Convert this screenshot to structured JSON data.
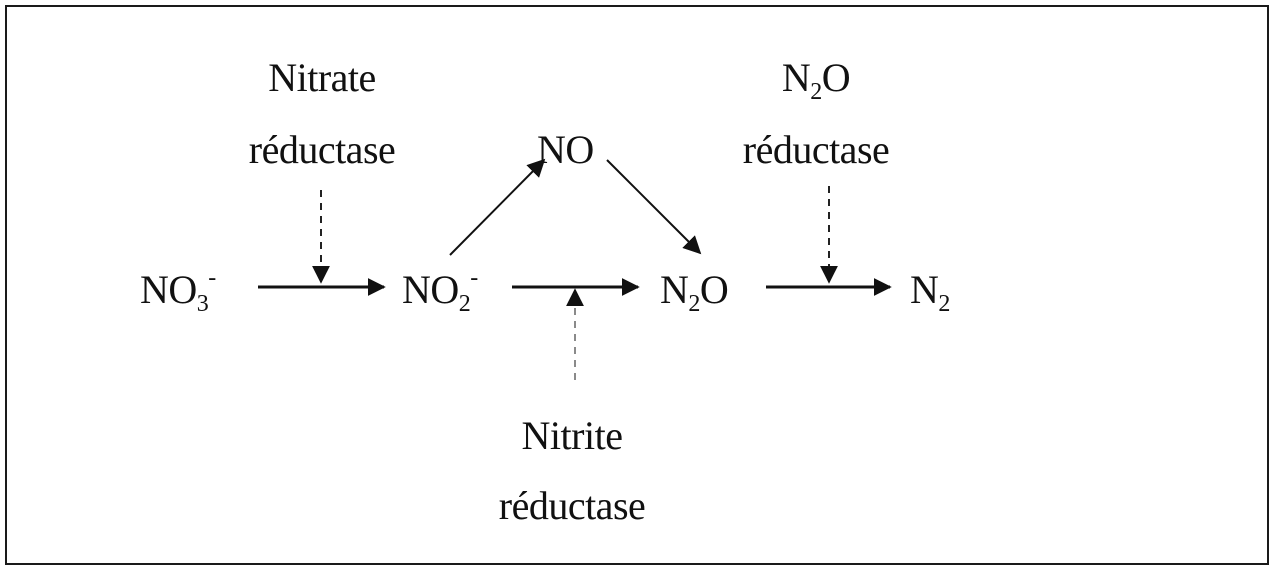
{
  "species": {
    "nitrate": {
      "base": "NO",
      "sub": "3",
      "sup": "-"
    },
    "nitrite": {
      "base": "NO",
      "sub": "2",
      "sup": "-"
    },
    "nitric_oxide": {
      "base": "NO"
    },
    "nitrous_oxide": {
      "pre": "N",
      "sub": "2",
      "post": "O"
    },
    "nitrogen": {
      "base": "N",
      "sub": "2"
    }
  },
  "enzymes": {
    "nitrate_reductase": {
      "line1": "Nitrate",
      "line2": "réductase"
    },
    "n2o_reductase": {
      "line1_pre": "N",
      "line1_sub": "2",
      "line1_post": "O",
      "line2": "réductase"
    },
    "nitrite_reductase": {
      "line1": "Nitrite",
      "line2": "réductase"
    }
  },
  "colors": {
    "text": "#111111",
    "arrow": "#111111",
    "dashed_dark": "#222222",
    "dashed_light": "#8a8a8a",
    "frame": "#1a1a1a"
  }
}
